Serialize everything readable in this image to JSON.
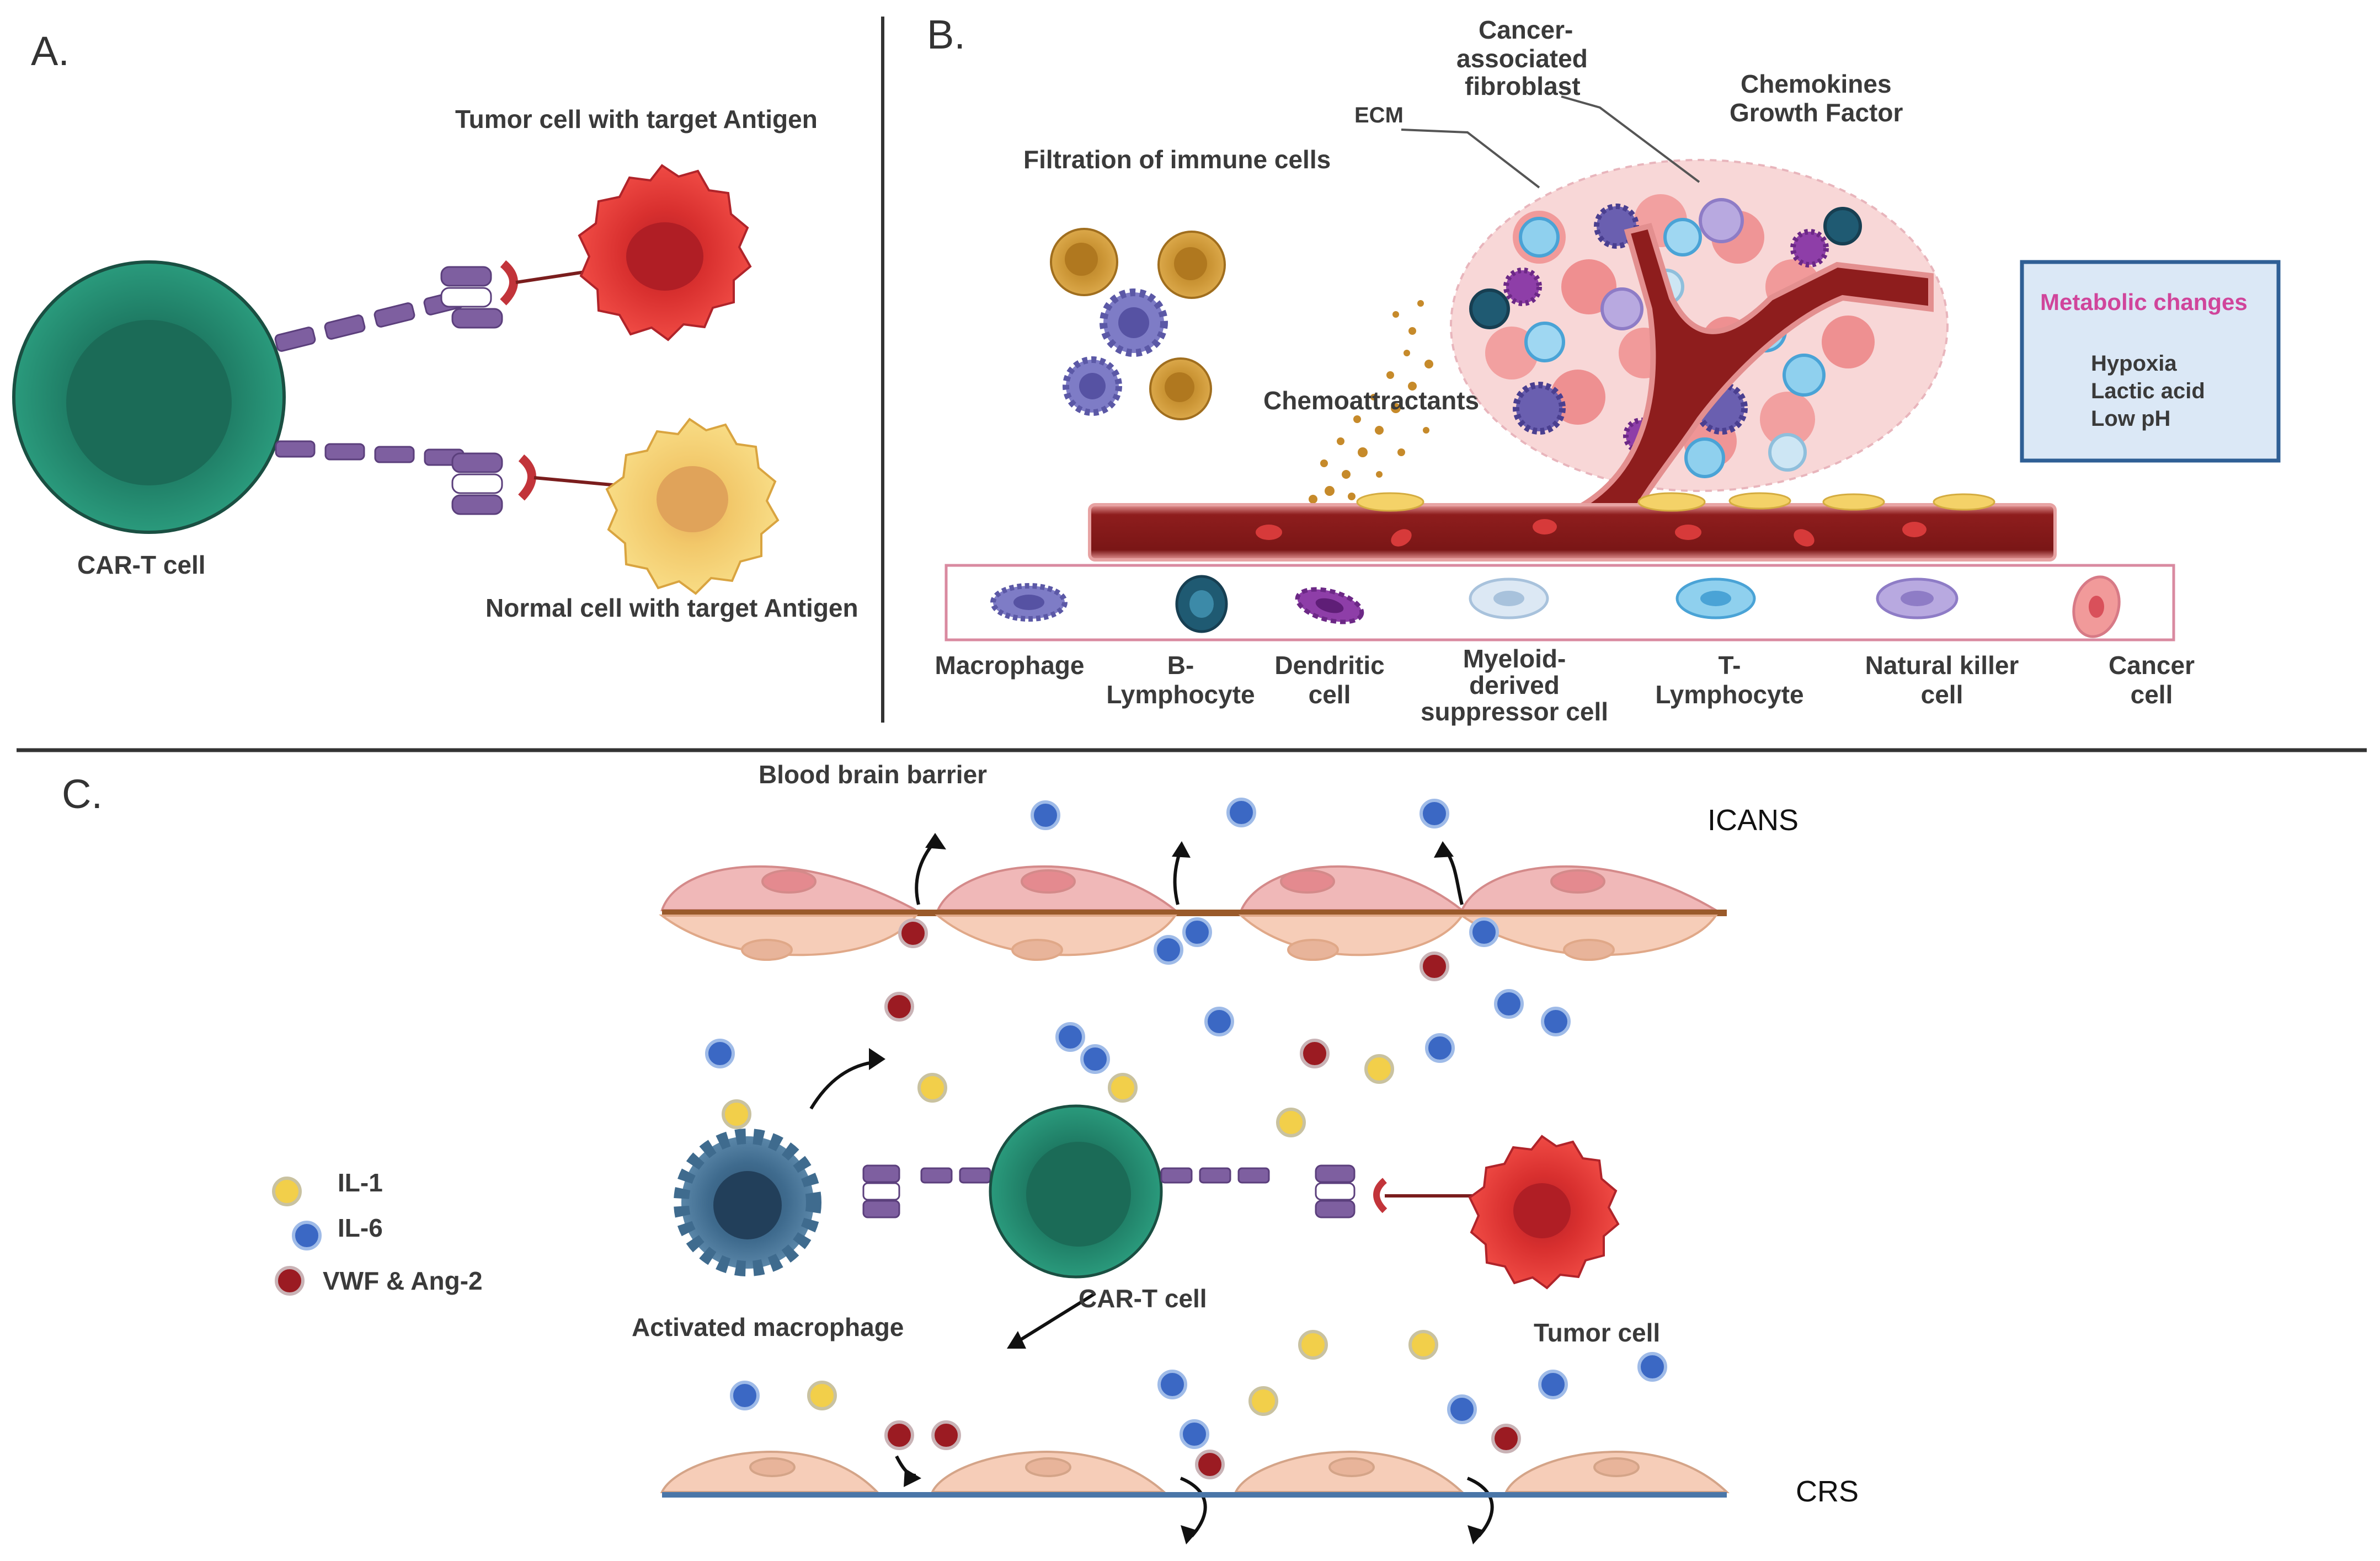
{
  "panel_a": {
    "letter": "A.",
    "tumor_label": "Tumor cell with target Antigen",
    "normal_label": "Normal cell with target Antigen",
    "cart_label": "CAR-T cell"
  },
  "panel_b": {
    "letter": "B.",
    "filtration": "Filtration of immune cells",
    "chemoattractants": "Chemoattractants",
    "ecm": "ECM",
    "caf": [
      "Cancer-",
      "associated",
      "fibroblast"
    ],
    "chemokines": [
      "Chemokines",
      "Growth Factor"
    ],
    "metabolic": {
      "title": "Metabolic changes",
      "items": [
        "Hypoxia",
        "Lactic acid",
        "Low pH"
      ]
    },
    "legend": [
      {
        "icon": "macrophage-icon",
        "lines": [
          "Macrophage"
        ]
      },
      {
        "icon": "b-lymphocyte-icon",
        "lines": [
          "B-",
          "Lymphocyte"
        ]
      },
      {
        "icon": "dendritic-cell-icon",
        "lines": [
          "Dendritic",
          "cell"
        ]
      },
      {
        "icon": "myeloid-suppressor-icon",
        "lines": [
          "Myeloid-",
          "derived",
          "suppressor cell"
        ]
      },
      {
        "icon": "t-lymphocyte-icon",
        "lines": [
          "T-",
          "Lymphocyte"
        ]
      },
      {
        "icon": "nk-cell-icon",
        "lines": [
          "Natural killer",
          "cell"
        ]
      },
      {
        "icon": "cancer-cell-icon",
        "lines": [
          "Cancer",
          "cell"
        ]
      }
    ]
  },
  "panel_c": {
    "letter": "C.",
    "bbb": "Blood brain barrier",
    "icans": "ICANS",
    "crs": "CRS",
    "activated_macrophage": "Activated macrophage",
    "cart_label": "CAR-T cell",
    "tumor_label": "Tumor cell",
    "legend": [
      {
        "label": "IL-1",
        "color": "#f2cf4a"
      },
      {
        "label": "IL-6",
        "color": "#3b68c4"
      },
      {
        "label": "VWF & Ang-2",
        "color": "#9b1b22"
      }
    ]
  },
  "colors": {
    "cart": "#1f8a70",
    "tumor": "#e23b3b",
    "normal": "#f4d268",
    "vessel": "#8e1d1d",
    "receptor": "#7e5fa0",
    "metabolic_title": "#d0459b",
    "box_border": "#2f5f95"
  }
}
